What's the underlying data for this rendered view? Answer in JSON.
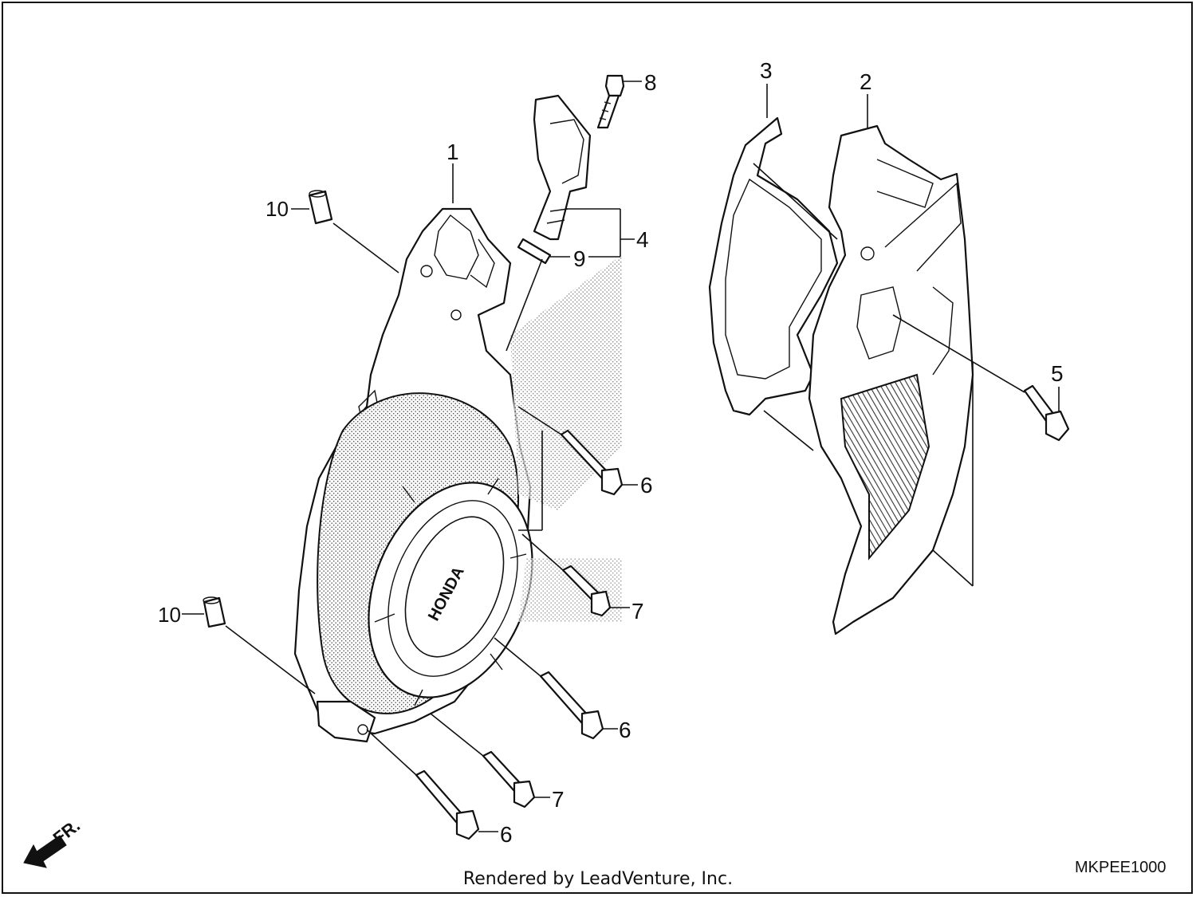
{
  "diagram": {
    "callouts": {
      "c1": "1",
      "c2": "2",
      "c3": "3",
      "c4": "4",
      "c5": "5",
      "c6a": "6",
      "c6b": "6",
      "c6c": "6",
      "c7a": "7",
      "c7b": "7",
      "c8": "8",
      "c9": "9",
      "c10a": "10",
      "c10b": "10"
    },
    "logo_text": "HONDA",
    "direction_label": "FR.",
    "diagram_code": "MKPEE1000"
  },
  "footer": {
    "credit": "Rendered by LeadVenture, Inc."
  }
}
